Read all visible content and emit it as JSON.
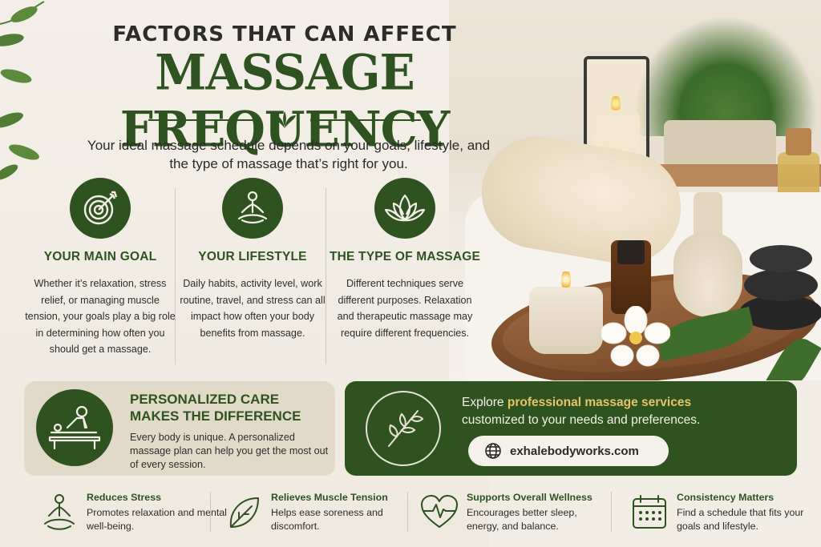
{
  "header": {
    "kicker": "FACTORS THAT CAN AFFECT",
    "title": "MASSAGE FREQUENCY",
    "intro": "Your ideal massage schedule depends on your goals, lifestyle, and the type of massage that’s right for you."
  },
  "factors": [
    {
      "icon": "target-icon",
      "title": "YOUR MAIN GOAL",
      "body": "Whether it’s relaxation, stress relief, or managing muscle tension, your goals play a big role in determining how often you should get a massage."
    },
    {
      "icon": "meditation-icon",
      "title": "YOUR LIFESTYLE",
      "body": "Daily habits, activity level, work routine, travel, and stress can all impact how often your body benefits from massage."
    },
    {
      "icon": "lotus-icon",
      "title": "THE TYPE OF MASSAGE",
      "body": "Different techniques serve different purposes. Relaxation and therapeutic massage may require different frequencies."
    }
  ],
  "personalized": {
    "icon": "massage-table-icon",
    "title": "PERSONALIZED CARE MAKES THE DIFFERENCE",
    "body": "Every body is unique. A personalized massage plan can help you get the most out of every session."
  },
  "explore": {
    "icon": "branch-icon",
    "prefix": "Explore ",
    "highlight": "professional massage services",
    "suffix": "customized to your needs and preferences.",
    "website_icon": "globe-icon",
    "website": "exhalebodyworks.com"
  },
  "benefits": [
    {
      "icon": "meditation-icon",
      "title": "Reduces Stress",
      "body": "Promotes relaxation and mental well-being."
    },
    {
      "icon": "leaf-icon",
      "title": "Relieves Muscle Tension",
      "body": "Helps ease soreness and discomfort."
    },
    {
      "icon": "heartbeat-icon",
      "title": "Supports Overall Wellness",
      "body": "Encourages better sleep, energy, and balance."
    },
    {
      "icon": "calendar-icon",
      "title": "Consistency Matters",
      "body": "Find a schedule that fits your goals and lifestyle."
    }
  ],
  "colors": {
    "primary_green": "#2f5320",
    "accent_gold": "#e6c46a",
    "background": "#f1ede5",
    "card_beige": "#e2dac8"
  }
}
